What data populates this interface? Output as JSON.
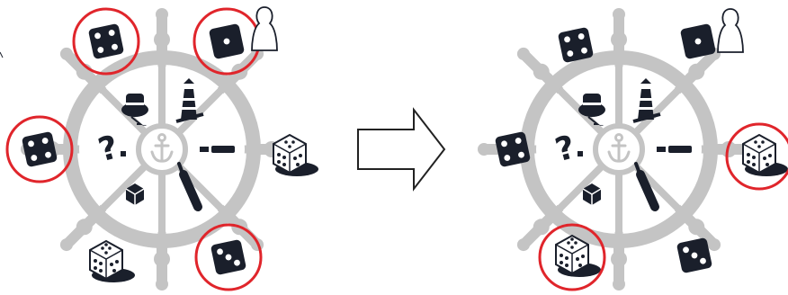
{
  "colors": {
    "wheel": "#c4c4c4",
    "wheel_light": "#d9d9d9",
    "highlight": "#e0252b",
    "dark": "#1a1f2b",
    "white": "#ffffff",
    "arrow_stroke": "#222222"
  },
  "diagram": {
    "panels": [
      {
        "id": "before",
        "wheel_icons": [
          "captain-icon",
          "lighthouse-icon",
          "spyglass-icon",
          "bottle-icon",
          "crate-icon",
          "question-icon"
        ],
        "dice": [
          {
            "id": "top-left",
            "style": "dark",
            "pips": 4,
            "highlighted": true
          },
          {
            "id": "top-right",
            "style": "dark",
            "pips": 1,
            "highlighted": true
          },
          {
            "id": "left",
            "style": "dark",
            "pips": 4,
            "highlighted": true
          },
          {
            "id": "right",
            "style": "light",
            "pips": 3,
            "highlighted": false
          },
          {
            "id": "bottom-right",
            "style": "dark",
            "pips": 3,
            "highlighted": true
          },
          {
            "id": "bottom-left",
            "style": "light",
            "pips": 4,
            "highlighted": false
          }
        ],
        "pawn": "pawn-icon"
      },
      {
        "id": "after",
        "wheel_icons": [
          "captain-icon",
          "lighthouse-icon",
          "spyglass-icon",
          "bottle-icon",
          "crate-icon",
          "question-icon"
        ],
        "dice": [
          {
            "id": "top-left",
            "style": "dark",
            "pips": 4,
            "highlighted": false
          },
          {
            "id": "top-right",
            "style": "dark",
            "pips": 1,
            "highlighted": false
          },
          {
            "id": "left",
            "style": "dark",
            "pips": 4,
            "highlighted": false
          },
          {
            "id": "right",
            "style": "light",
            "pips": 3,
            "highlighted": true
          },
          {
            "id": "bottom-right",
            "style": "dark",
            "pips": 3,
            "highlighted": false
          },
          {
            "id": "bottom-left",
            "style": "light",
            "pips": 4,
            "highlighted": true
          }
        ],
        "pawn": "pawn-icon"
      }
    ],
    "transition": "arrow-right-icon"
  }
}
